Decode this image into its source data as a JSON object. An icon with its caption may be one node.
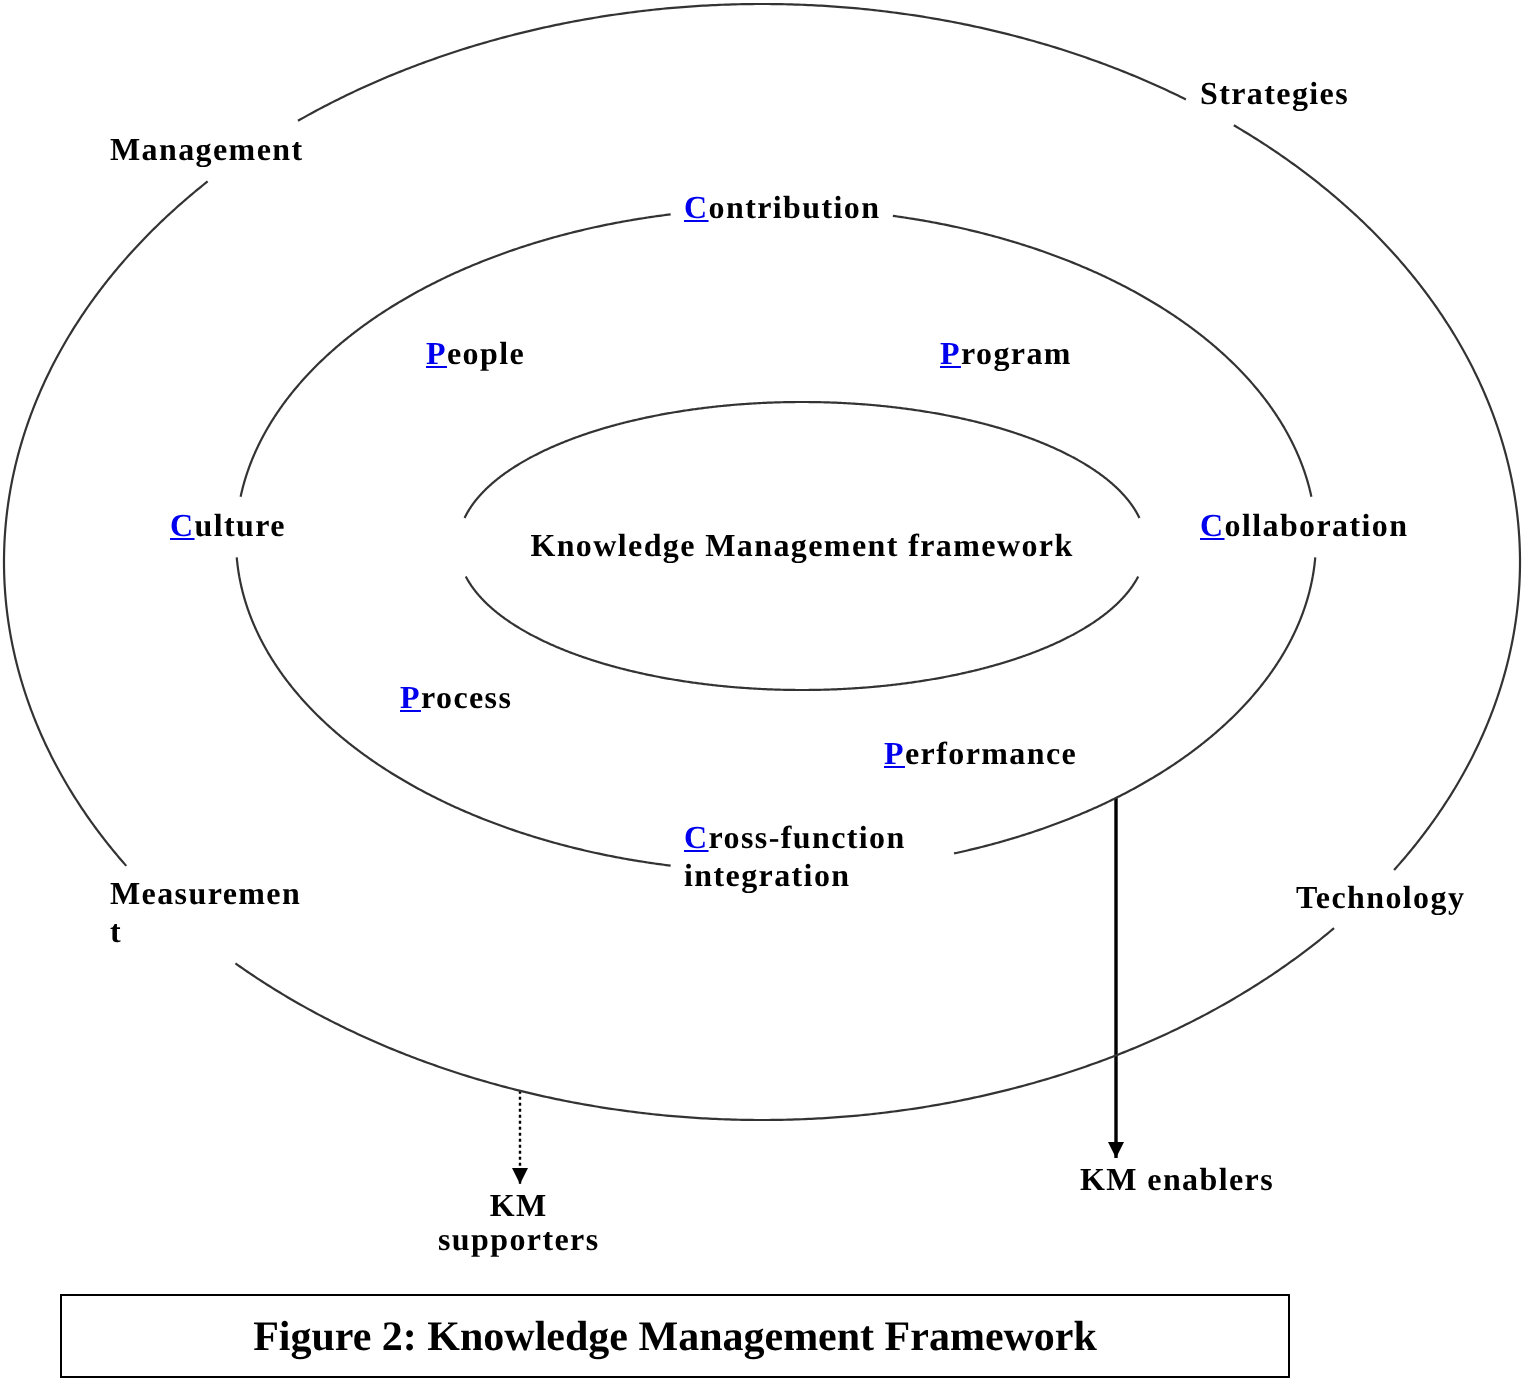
{
  "diagram": {
    "caption": "Figure 2: Knowledge Management Framework",
    "nodes": [
      {
        "text": [
          "Strategies",
          "Management",
          "Technology",
          "Measuremen t"
        ]
      },
      {
        "text": [
          "Contribution",
          "People",
          "Program",
          "Culture",
          "Collaboration",
          "Process",
          "Performance",
          "Cross-function integration"
        ],
        "in": 0
      },
      {
        "text": [
          "Knowledge Management framework"
        ],
        "in": 1
      },
      {
        "text": [
          "KM supporters"
        ]
      },
      {
        "text": [
          "KM enablers"
        ]
      }
    ],
    "edges": [
      {
        "from": 0,
        "to": 3,
        "arrow": "to",
        "style": "dashed"
      },
      {
        "from": 1,
        "to": 4,
        "arrow": "to"
      }
    ]
  }
}
